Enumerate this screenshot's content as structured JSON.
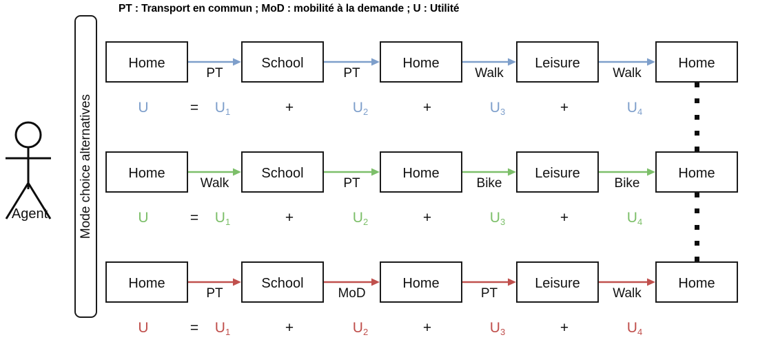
{
  "legend": {
    "title": "PT : Transport en commun ; MoD : mobilité à la demande ; U : Utilité"
  },
  "agent": {
    "label": "Agent",
    "icon": "stick-figure-person-icon"
  },
  "bracket": {
    "label": "Mode choice alternatives"
  },
  "colors": {
    "blue": "#7E9FCB",
    "green": "#7DBF6A",
    "red": "#C0504D",
    "black": "#111111",
    "outline": "#1a1a1a"
  },
  "rows": [
    {
      "id": "alternative-1",
      "color": "#7E9FCB",
      "nodes": [
        "Home",
        "School",
        "Home",
        "Leisure",
        "Home"
      ],
      "modes": [
        "PT",
        "PT",
        "Walk",
        "Walk"
      ],
      "equation": {
        "lhs": "U",
        "equals": "=",
        "plus": "+",
        "terms": [
          "U",
          "U",
          "U",
          "U"
        ],
        "subs": [
          "1",
          "2",
          "3",
          "4"
        ]
      }
    },
    {
      "id": "alternative-2",
      "color": "#7DBF6A",
      "nodes": [
        "Home",
        "School",
        "Home",
        "Leisure",
        "Home"
      ],
      "modes": [
        "Walk",
        "PT",
        "Bike",
        "Bike"
      ],
      "equation": {
        "lhs": "U",
        "equals": "=",
        "plus": "+",
        "terms": [
          "U",
          "U",
          "U",
          "U"
        ],
        "subs": [
          "1",
          "2",
          "3",
          "4"
        ]
      }
    },
    {
      "id": "alternative-3",
      "color": "#C0504D",
      "nodes": [
        "Home",
        "School",
        "Home",
        "Leisure",
        "Home"
      ],
      "modes": [
        "PT",
        "MoD",
        "PT",
        "Walk"
      ],
      "equation": {
        "lhs": "U",
        "equals": "=",
        "plus": "+",
        "terms": [
          "U",
          "U",
          "U",
          "U"
        ],
        "subs": [
          "1",
          "2",
          "3",
          "4"
        ]
      }
    }
  ],
  "continuation_dots": {
    "symbol": "vertical-square-dots",
    "count_per_gap": 5,
    "gaps": 2
  }
}
